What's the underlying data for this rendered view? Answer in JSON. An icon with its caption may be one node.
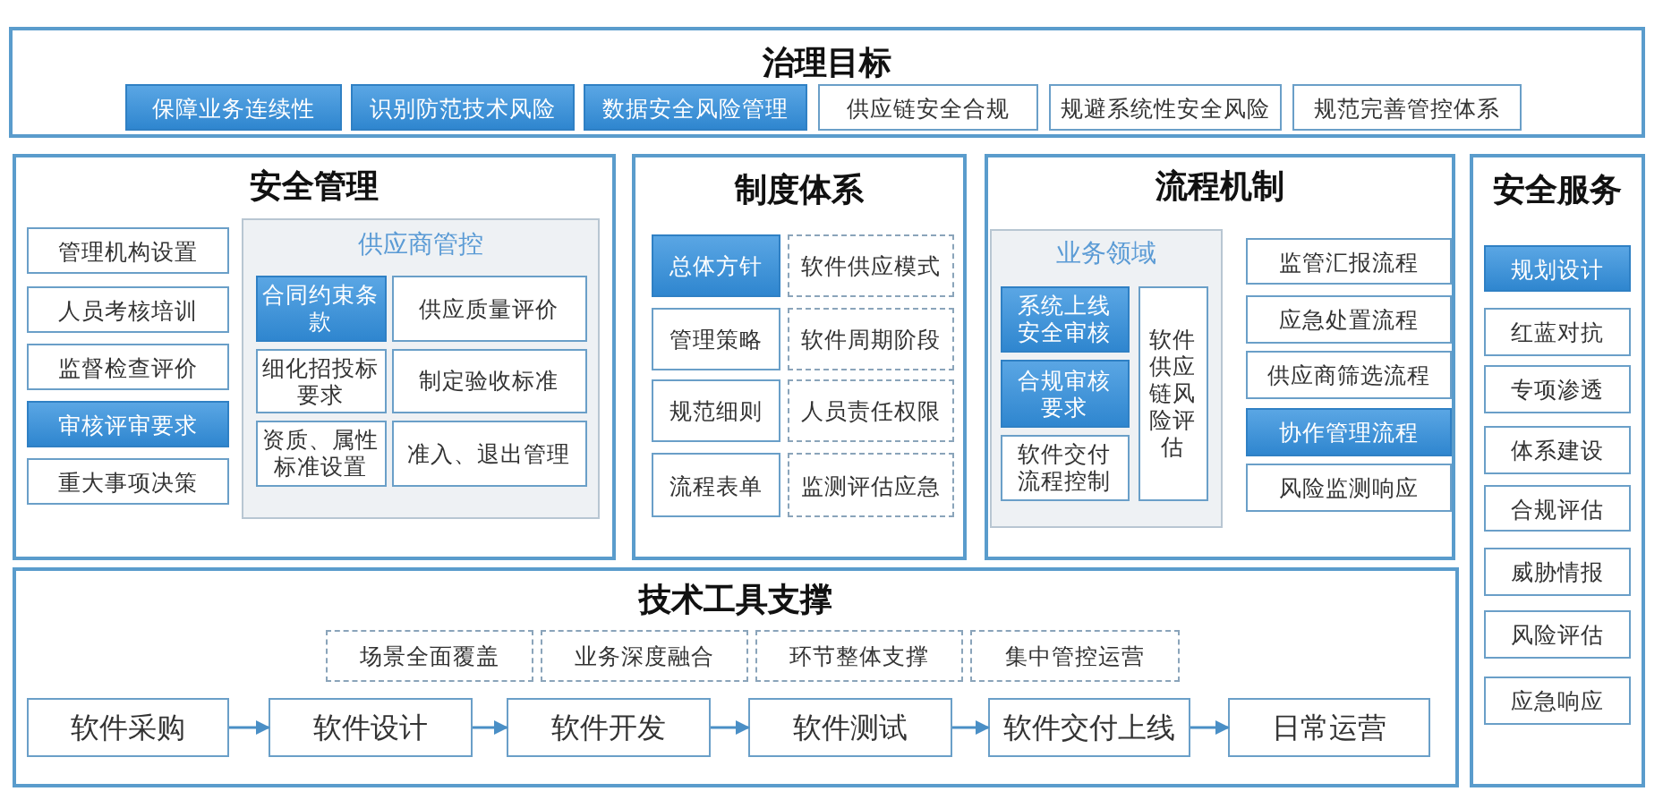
{
  "diagram": {
    "nodes": [
      {
        "text": [
          "治理目标"
        ]
      },
      {
        "text": [
          "保障业务连续性"
        ],
        "in": 0
      },
      {
        "text": [
          "识别防范技术风险"
        ],
        "in": 0
      },
      {
        "text": [
          "数据安全风险管理"
        ],
        "in": 0
      },
      {
        "text": [
          "供应链安全合规"
        ],
        "in": 0
      },
      {
        "text": [
          "规避系统性安全风险"
        ],
        "in": 0
      },
      {
        "text": [
          "规范完善管控体系"
        ],
        "in": 0
      },
      {
        "text": [
          "安全管理"
        ]
      },
      {
        "text": [
          "管理机构设置"
        ],
        "in": 7
      },
      {
        "text": [
          "人员考核培训"
        ],
        "in": 7
      },
      {
        "text": [
          "监督检查评价"
        ],
        "in": 7
      },
      {
        "text": [
          "审核评审要求"
        ],
        "in": 7
      },
      {
        "text": [
          "重大事项决策"
        ],
        "in": 7
      },
      {
        "text": [
          "供应商管控"
        ],
        "in": 7
      },
      {
        "text": [
          "合同约束条款"
        ],
        "in": 13
      },
      {
        "text": [
          "供应质量评价"
        ],
        "in": 13
      },
      {
        "text": [
          "细化招投标要求"
        ],
        "in": 13
      },
      {
        "text": [
          "制定验收标准"
        ],
        "in": 13
      },
      {
        "text": [
          "资质、属性标准设置"
        ],
        "in": 13
      },
      {
        "text": [
          "准入、退出管理"
        ],
        "in": 13
      },
      {
        "text": [
          "制度体系"
        ]
      },
      {
        "text": [
          "总体方针"
        ],
        "in": 20
      },
      {
        "text": [
          "软件供应模式"
        ],
        "in": 20
      },
      {
        "text": [
          "管理策略"
        ],
        "in": 20
      },
      {
        "text": [
          "软件周期阶段"
        ],
        "in": 20
      },
      {
        "text": [
          "规范细则"
        ],
        "in": 20
      },
      {
        "text": [
          "人员责任权限"
        ],
        "in": 20
      },
      {
        "text": [
          "流程表单"
        ],
        "in": 20
      },
      {
        "text": [
          "监测评估应急"
        ],
        "in": 20
      },
      {
        "text": [
          "流程机制"
        ]
      },
      {
        "text": [
          "业务领域"
        ],
        "in": 29
      },
      {
        "text": [
          "系统上线安全审核"
        ],
        "in": 30
      },
      {
        "text": [
          "合规审核要求"
        ],
        "in": 30
      },
      {
        "text": [
          "软件交付流程控制"
        ],
        "in": 30
      },
      {
        "text": [
          "软件供应链风险评估"
        ],
        "in": 30
      },
      {
        "text": [
          "监管汇报流程"
        ],
        "in": 29
      },
      {
        "text": [
          "应急处置流程"
        ],
        "in": 29
      },
      {
        "text": [
          "供应商筛选流程"
        ],
        "in": 29
      },
      {
        "text": [
          "协作管理流程"
        ],
        "in": 29
      },
      {
        "text": [
          "风险监测响应"
        ],
        "in": 29
      },
      {
        "text": [
          "安全服务"
        ]
      },
      {
        "text": [
          "规划设计"
        ],
        "in": 40
      },
      {
        "text": [
          "红蓝对抗"
        ],
        "in": 40
      },
      {
        "text": [
          "专项渗透"
        ],
        "in": 40
      },
      {
        "text": [
          "体系建设"
        ],
        "in": 40
      },
      {
        "text": [
          "合规评估"
        ],
        "in": 40
      },
      {
        "text": [
          "威胁情报"
        ],
        "in": 40
      },
      {
        "text": [
          "风险评估"
        ],
        "in": 40
      },
      {
        "text": [
          "应急响应"
        ],
        "in": 40
      },
      {
        "text": [
          "技术工具支撑"
        ]
      },
      {
        "text": [
          "场景全面覆盖"
        ],
        "in": 49
      },
      {
        "text": [
          "业务深度融合"
        ],
        "in": 49
      },
      {
        "text": [
          "环节整体支撑"
        ],
        "in": 49
      },
      {
        "text": [
          "集中管控运营"
        ],
        "in": 49
      },
      {
        "text": [
          "软件采购"
        ],
        "in": 49
      },
      {
        "text": [
          "软件设计"
        ],
        "in": 49
      },
      {
        "text": [
          "软件开发"
        ],
        "in": 49
      },
      {
        "text": [
          "软件测试"
        ],
        "in": 49
      },
      {
        "text": [
          "软件交付上线"
        ],
        "in": 49
      },
      {
        "text": [
          "日常运营"
        ],
        "in": 49
      }
    ],
    "edges": [
      {
        "from": 54,
        "to": 55,
        "arrow": "to"
      },
      {
        "from": 55,
        "to": 56,
        "arrow": "to"
      },
      {
        "from": 56,
        "to": 57,
        "arrow": "to"
      },
      {
        "from": 57,
        "to": 58,
        "arrow": "to"
      },
      {
        "from": 58,
        "to": 59,
        "arrow": "to"
      }
    ]
  }
}
